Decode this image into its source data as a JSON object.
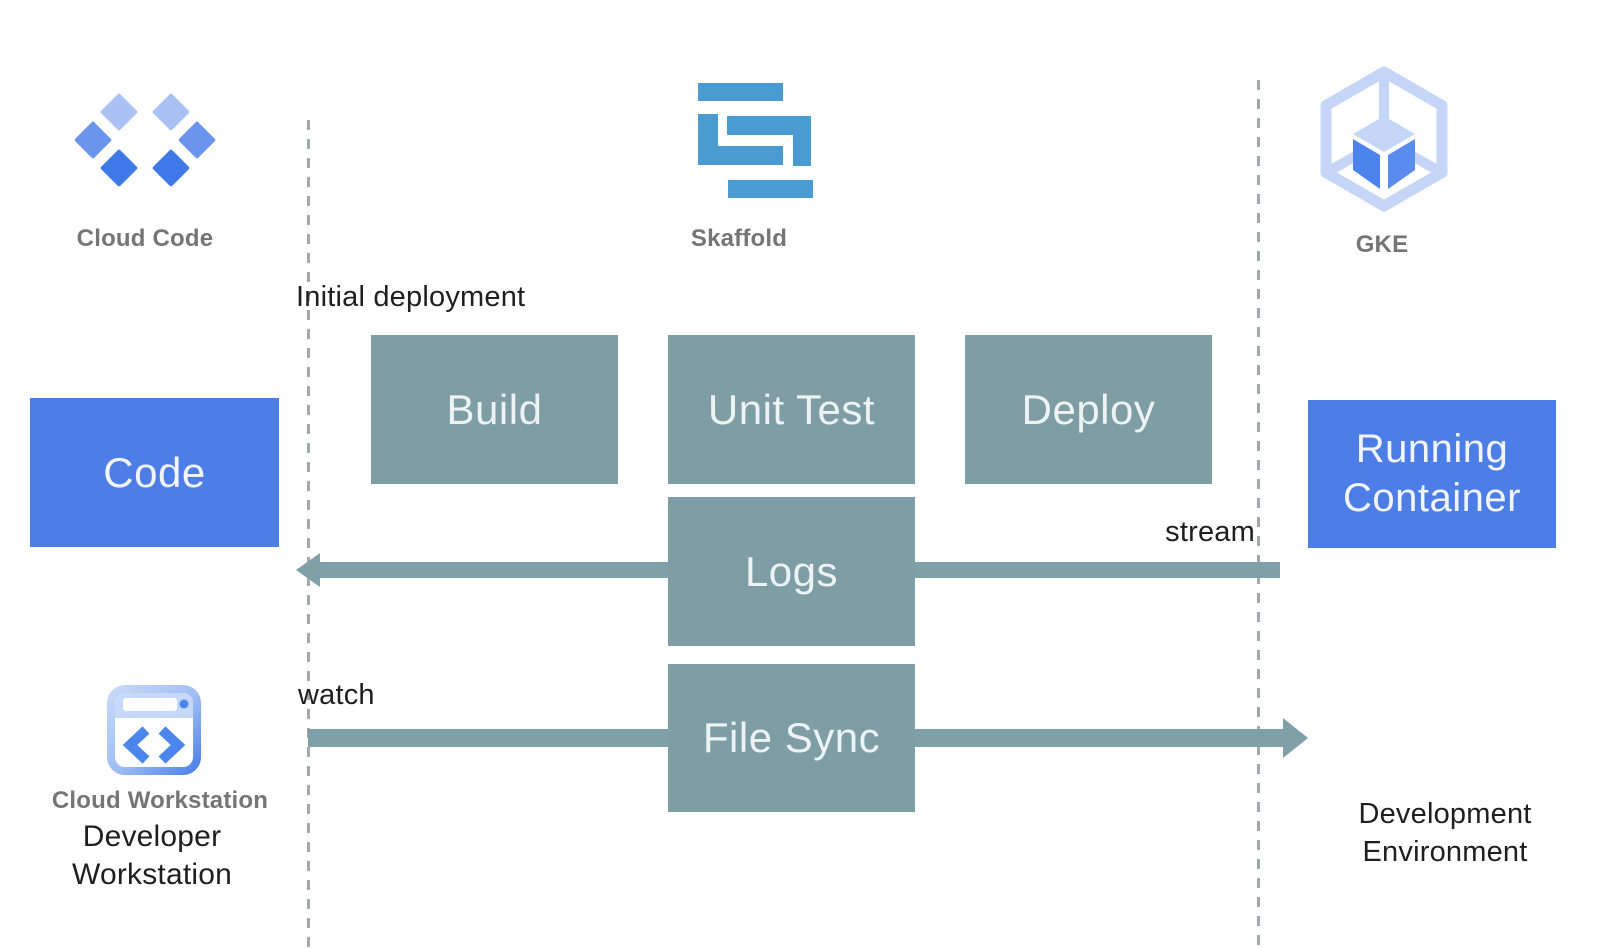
{
  "header": {
    "cloud_code_label": "Cloud Code",
    "skaffold_label": "Skaffold",
    "gke_label": "GKE"
  },
  "boxes": {
    "code": "Code",
    "build": "Build",
    "unit_test": "Unit Test",
    "deploy": "Deploy",
    "logs": "Logs",
    "file_sync": "File Sync",
    "running_container": "Running Container"
  },
  "labels": {
    "initial_deployment": "Initial deployment",
    "stream": "stream",
    "watch": "watch",
    "cloud_workstation": "Cloud Workstation",
    "developer_workstation": "Developer Workstation",
    "development_environment": "Development Environment"
  },
  "icons": {
    "cloud_code": "cloud-code-icon",
    "skaffold": "skaffold-icon",
    "gke": "gke-icon",
    "cloud_workstation": "cloud-workstation-icon"
  },
  "colors": {
    "process_box_teal": "#7E9DA4",
    "arrow_teal": "#7FA0A7",
    "primary_box_blue": "#4D7EE8",
    "box_text": "#EDF3F4",
    "skaffold_blue": "#4A9BD2",
    "gke_light_blue": "#C5D5F8",
    "cube_blue_left": "#4C83EC",
    "cube_blue_right": "#5A8CEE",
    "diamond_light": "#A9C2F3",
    "diamond_medium": "#6B95EC",
    "diamond_dark": "#3D79E8",
    "gray_label": "#757575",
    "black_text": "#1F1F1F",
    "dashed_line": "#A4A7AD"
  }
}
